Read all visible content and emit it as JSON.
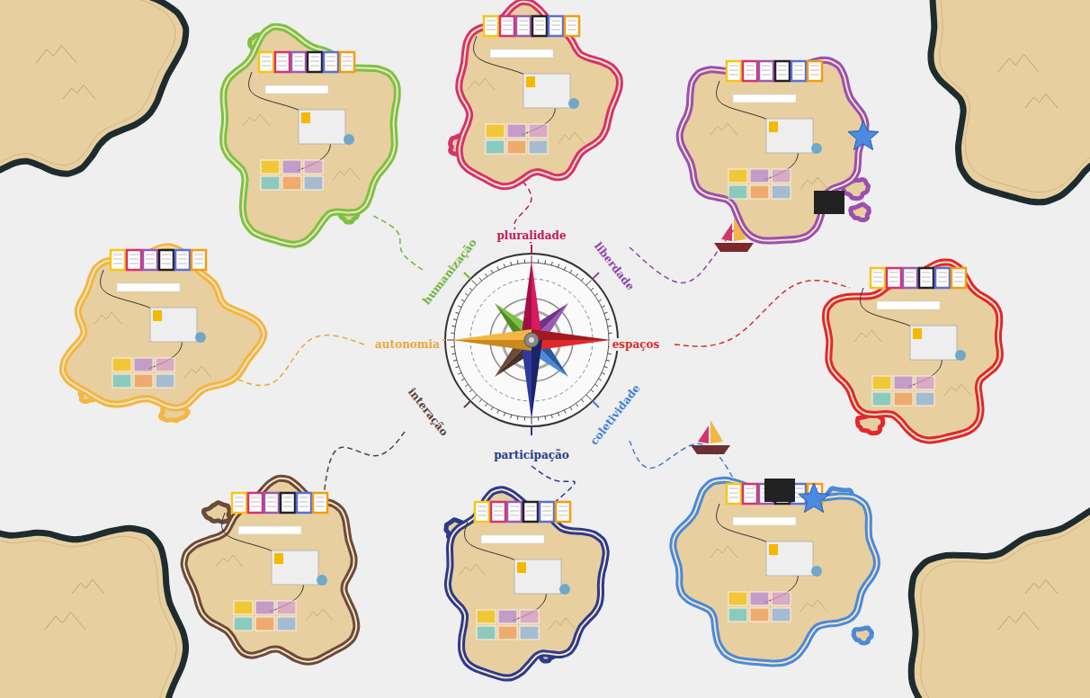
{
  "diagram": {
    "labels": [
      "pluralidade",
      "humanização",
      "liberdade",
      "autonomia",
      "espaços",
      "interação",
      "coletividade",
      "participação"
    ]
  }
}
